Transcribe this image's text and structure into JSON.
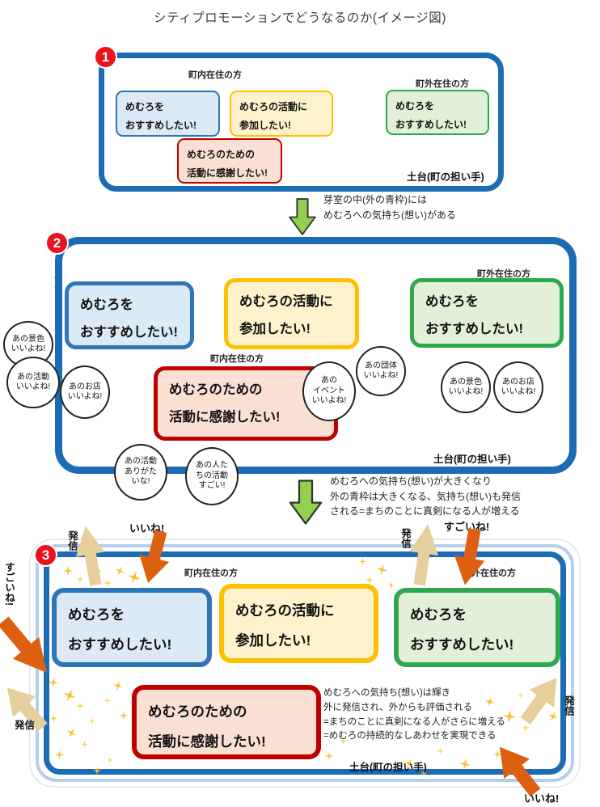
{
  "title": "シティプロモーションでどうなるのか(イメージ図)",
  "badges": {
    "step1": "1",
    "step2": "2",
    "step3": "3"
  },
  "labels": {
    "resident_in": "町内在住の方",
    "resident_out": "町外在住の方",
    "foundation": "土台(町の担い手)",
    "broadcast": "発信",
    "like": "いいね!",
    "great": "すごいね!"
  },
  "boxes": {
    "recommend_in": "めむろを\nおすすめしたい!",
    "participate": "めむろの活動に\n参加したい!",
    "recommend_out": "めむろを\nおすすめしたい!",
    "thanks": "めむろのための\n活動に感謝したい!"
  },
  "arrows": {
    "step1_to_2": "芽室の中(外の青枠)には\nめむろへの気持ち(想い)がある",
    "step2_to_3": "めむろへの気持ち(想い)が大きくなり\n外の青枠は大きくなる、気持ち(想い)も発信\nされる=まちのことに真剣になる人が増える"
  },
  "step3_note": "めむろへの気持ち(想い)は輝き\n外に発信され、外からも評価される\n=まちのことに真剣になる人がさらに増える\n=めむろの持続的なしあわせを実現できる",
  "bubbles": [
    "あの景色\nいいよね!",
    "あの活動\nいいよね!",
    "あのお店\nいいよね!",
    "あの\nイベント\nいいよね!",
    "あの団体\nいいよね!",
    "あの景色\nいいよね!",
    "あのお店\nいいよね!",
    "あの活動\nありがた\nいな!",
    "あの人た\nちの活動\nすごい!"
  ],
  "colors": {
    "frame_blue": "#1B6CB5",
    "box_blue": "#2E75B6",
    "box_blue_fill": "#DCE9F7",
    "box_yellow": "#FFC000",
    "box_yellow_fill": "#FDF2CC",
    "box_green": "#2EA84E",
    "box_green_fill": "#E2F0D9",
    "box_red": "#C00000",
    "box_red_fill": "#F9E0D3",
    "badge_red": "#E8131C",
    "green_arrow": "#92D050",
    "orange_arrow": "#DD5F10",
    "tan_arrow": "#E6CF9C",
    "sparkle": "#FFBE2D"
  }
}
